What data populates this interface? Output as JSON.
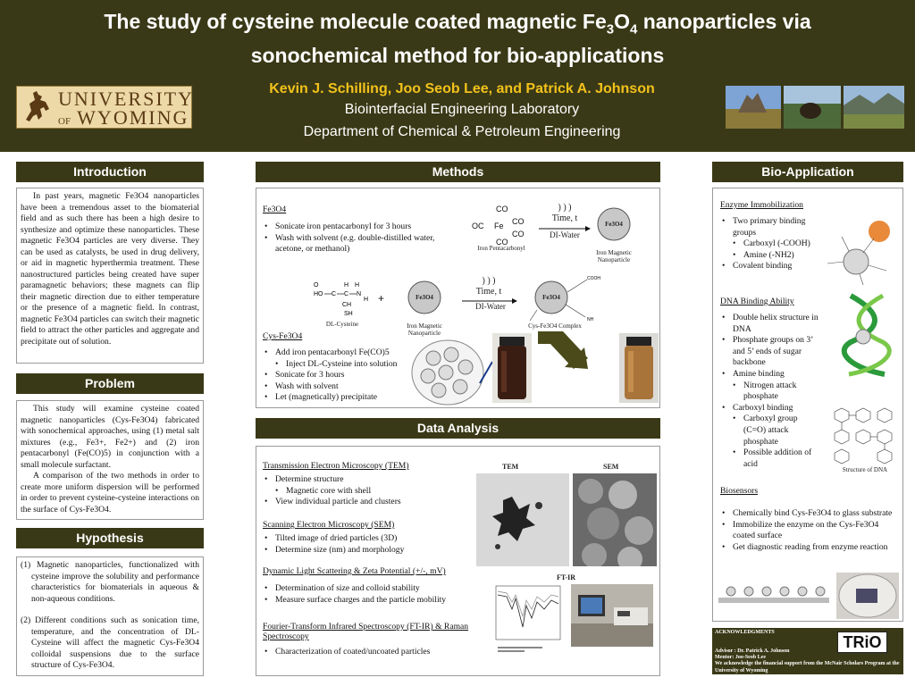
{
  "header": {
    "title_line1_a": "The study of cysteine molecule coated magnetic Fe",
    "title_sub1": "3",
    "title_o": "O",
    "title_sub2": "4",
    "title_line1_b": " nanoparticles via",
    "title_line2": "sonochemical method for bio-applications",
    "authors": "Kevin J. Schilling, Joo Seob Lee, and  Patrick A. Johnson",
    "lab": "Biointerfacial Engineering Laboratory",
    "dept": "Department of Chemical & Petroleum Engineering",
    "logo_line1": "UNIVERSITY",
    "logo_of": "OF",
    "logo_line2": "WYOMING"
  },
  "sections": {
    "introduction": "Introduction",
    "problem": "Problem",
    "hypothesis": "Hypothesis",
    "methods": "Methods",
    "data_analysis": "Data Analysis",
    "bio_application": "Bio-Application"
  },
  "introduction": {
    "p1": "In past years, magnetic Fe3O4 nanoparticles have been a tremendous asset to the biomaterial field and as such there has been a high desire to synthesize and optimize these nanoparticles. These magnetic Fe3O4 particles are very diverse. They can be used as catalysts, be used in drug delivery, or aid in magnetic hyperthermia treatment. These nanostructured particles being created have super paramagnetic behaviors; these magnets can flip their magnetic direction due to either temperature or the presence of a magnetic field. In contrast, magnetic Fe3O4 particles can switch their magnetic field to attract the other particles and aggregate and precipitate out of solution."
  },
  "problem": {
    "p1": "This study will examine cysteine coated magnetic nanoparticles (Cys-Fe3O4) fabricated with sonochemical approaches, using (1) metal salt mixtures (e.g., Fe3+, Fe2+) and (2) iron pentacarbonyl (Fe(CO)5) in conjunction with a small molecule surfactant.",
    "p2": "A comparison of the two methods in order to create more uniform dispersion will be performed in order to prevent cysteine-cysteine interactions on the surface of Cys-Fe3O4."
  },
  "hypothesis": {
    "h1": "(1) Magnetic nanoparticles, functionalized with cysteine improve the solubility and performance characteristics for biomaterials in aqueous & non-aqueous conditions.",
    "h2": "(2) Different conditions such as sonication time, temperature, and the concentration of DL-Cysteine will affect the magnetic Cys-Fe3O4 colloidal suspensions due to the surface structure of Cys-Fe3O4."
  },
  "methods": {
    "fe3o4_title": "Fe3O4",
    "fe3o4_items": [
      "Sonicate iron pentacarbonyl for 3 hours",
      "Wash with solvent (e.g. double-distilled water, acetone, or methanol)"
    ],
    "cys_title": "Cys-Fe3O4",
    "cys_items": [
      "Add iron pentacarbonyl Fe(CO)5",
      "Sonicate for 3 hours",
      "Wash with solvent",
      "Let (magnetically) precipitate"
    ],
    "cys_subitem": "Inject DL-Cysteine into solution",
    "arrow1_top": ") ) )",
    "arrow1_time": "Time, t",
    "arrow1_bottom": "DI-Water",
    "arrow2_top": ") ) )",
    "arrow2_time": "Time, t",
    "arrow2_bottom": "DI-Water",
    "lbl_iron_pentacarbonyl": "Iron Pentacarbonyl",
    "lbl_iron_np_top": "Iron Magnetic Nanoparticle",
    "lbl_dl_cysteine": "DL-Cysteine",
    "lbl_iron_np": "Iron Magnetic Nanoparticle",
    "lbl_cys_complex": "Cys-Fe3O4 Complex",
    "fe3o4_label": "Fe3O4",
    "co": "CO",
    "oc": "OC",
    "fe": "Fe",
    "plus": "+"
  },
  "data_analysis": {
    "tem_title": "Transmission Electron Microscopy (TEM)",
    "tem_items": [
      "Determine structure",
      "View individual particle and clusters"
    ],
    "tem_sub": "Magnetic core with shell",
    "sem_title": "Scanning Electron Microscopy (SEM)",
    "sem_items": [
      "Tilted image of dried particles (3D)",
      "Determine size (nm) and morphology"
    ],
    "dls_title": "Dynamic Light Scattering & Zeta Potential (+/-, mV)",
    "dls_items": [
      "Determination of size and colloid stability",
      "Measure surface charges and the particle mobility"
    ],
    "ftir_title": "Fourier-Transform Infrared Spectroscopy (FT-IR) & Raman Spectroscopy",
    "ftir_items": [
      "Characterization of  coated/uncoated particles"
    ],
    "lbl_tem": "TEM",
    "lbl_sem": "SEM",
    "lbl_ftir": "FT-IR"
  },
  "bio": {
    "enzyme_title": "Enzyme Immobilization",
    "enzyme_item1": "Two primary binding groups",
    "enzyme_sub": [
      "Carboxyl (-COOH)",
      "Amine (-NH2)"
    ],
    "enzyme_item2": "Covalent binding",
    "dna_title": "DNA Binding Ability",
    "dna_items": [
      "Double helix structure in DNA",
      "Phosphate groups on 3’ and 5’ ends of sugar backbone",
      "Amine binding",
      "Carboxyl binding"
    ],
    "dna_amine_sub": "Nitrogen attack phosphate",
    "dna_carboxyl_sub": [
      "Carboxyl group (C=O) attack phosphate",
      "Possible addition of acid"
    ],
    "dna_caption": "Structure of DNA",
    "bios_title": "Biosensors",
    "bios_items": [
      "Chemically bind Cys-Fe3O4 to glass substrate",
      "Immobilize the enzyme on the Cys-Fe3O4 coated surface",
      "Get diagnostic reading from enzyme reaction"
    ]
  },
  "ack": {
    "title": "ACKNOWLEDGMENTS",
    "advisor": "Advisor : Dr. Patrick  A. Johnson",
    "mentor": "Mentor: Joo-Seob Lee",
    "thanks": "We acknowledge the financial support from the McNair Scholars Program at the University of Wyoming",
    "trio": "TRiO"
  }
}
